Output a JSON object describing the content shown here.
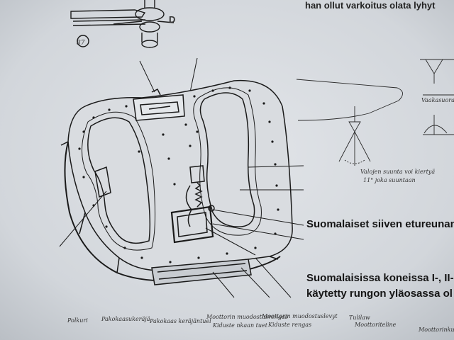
{
  "header": {
    "top_text": "han ollut varkoitus olata lyhyt"
  },
  "drawing": {
    "label_d": "D",
    "label_87": "87",
    "vaakasuora": "Vaakasuora",
    "valojen_line1": "Valojen suunta voi kiertyä",
    "valojen_line2": "11° joka suuntaan"
  },
  "captions": {
    "line1": "Suomalaiset siiven etureunan",
    "line2": "Suomalaisissa koneissa I-, II-",
    "line3": "käytetty rungon yläosassa ol"
  },
  "bottom_labels": [
    "Polkuri",
    "Pakokaasukeräjä",
    "Pakokaas keräjäntuel",
    "Moottorin muodostusrengas",
    "Moottorin muodostuslevyt",
    "Kiduste nkaan tuet",
    "Kiduste rengas",
    "Tulilaw",
    "Moottoriteline",
    "Moottorinkuorukse"
  ],
  "colors": {
    "paper": "#cfd3d8",
    "ink": "#1a1a1a"
  }
}
